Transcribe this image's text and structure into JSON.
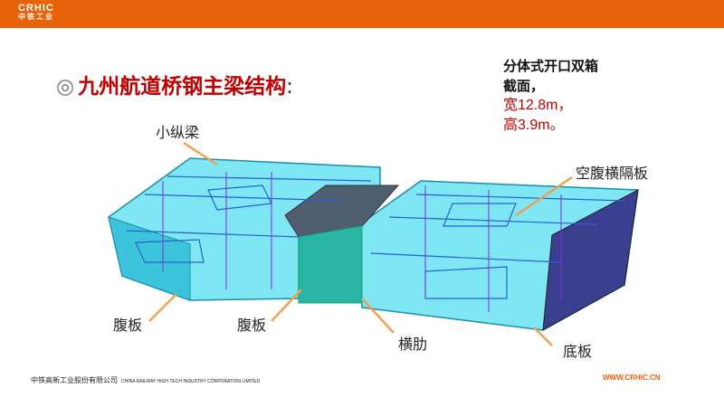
{
  "header": {
    "logo_en": "CRHIC",
    "logo_cn": "中铁工业",
    "color": "#e8620a"
  },
  "slide": {
    "bullet": "◎",
    "title": "九州航道桥钢主梁结构",
    "title_colon": ":",
    "desc": {
      "line1": "分体式开口双箱",
      "line2": "截面，",
      "line3": "宽12.8m，",
      "line4": "高3.9m。"
    },
    "labels": {
      "small_stringer": "小纵梁",
      "hollow_diaphragm": "空腹横隔板",
      "web_left": "腹板",
      "web_mid": "腹板",
      "rib": "横肋",
      "bottom_plate": "底板"
    }
  },
  "footer": {
    "company_cn": "中铁高新工业股份有限公司",
    "company_en": "CHINA RAILWAY HIGH TECH INDUSTRY CORPORATION LIMITED",
    "website": "WWW.CRHIC.CN"
  }
}
